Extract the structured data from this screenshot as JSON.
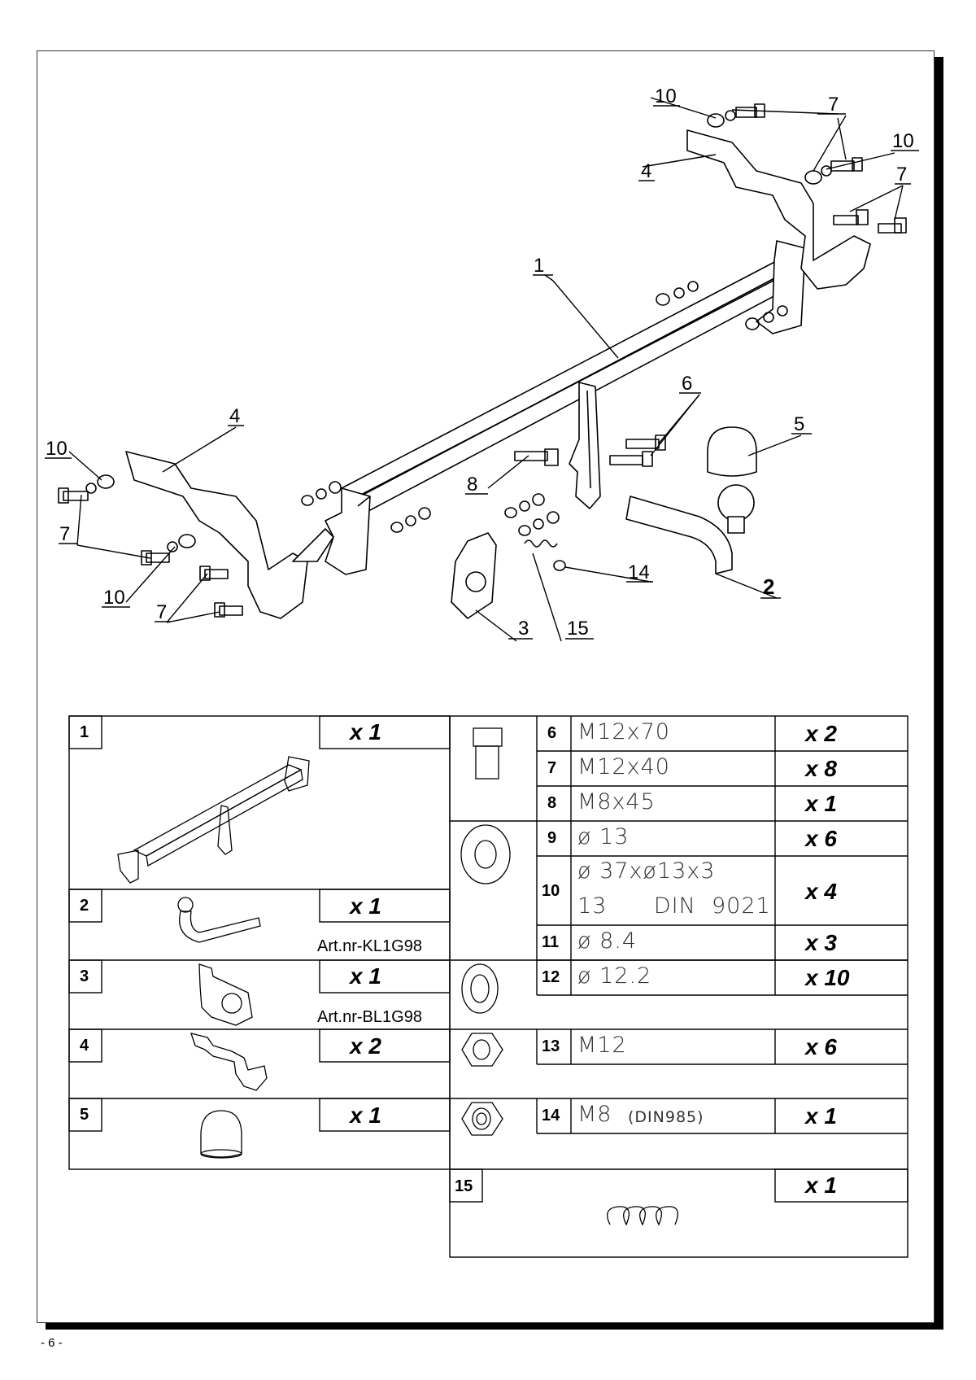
{
  "diagram": {
    "callouts": {
      "c1": "1",
      "c2": "2",
      "c3": "3",
      "c4a": "4",
      "c4b": "4",
      "c5": "5",
      "c6": "6",
      "c7a": "7",
      "c7b": "7",
      "c7c": "7",
      "c7d": "7",
      "c8": "8",
      "c10a": "10",
      "c10b": "10",
      "c10c": "10",
      "c10d": "10",
      "c14": "14",
      "c15": "15"
    }
  },
  "parts_table": {
    "left": [
      {
        "num": "1",
        "qty": "x 1",
        "note": ""
      },
      {
        "num": "2",
        "qty": "x 1",
        "note": "Art.nr-KL1G98"
      },
      {
        "num": "3",
        "qty": "x 1",
        "note": "Art.nr-BL1G98"
      },
      {
        "num": "4",
        "qty": "x 2",
        "note": ""
      },
      {
        "num": "5",
        "qty": "x 1",
        "note": ""
      }
    ],
    "right": [
      {
        "num": "6",
        "spec": "M12x70",
        "qty": "x 2"
      },
      {
        "num": "7",
        "spec": "M12x40",
        "qty": "x 8"
      },
      {
        "num": "8",
        "spec": "M8x45",
        "qty": "x 1"
      },
      {
        "num": "9",
        "spec": "ø 13",
        "qty": "x 6"
      },
      {
        "num": "10",
        "spec": "ø 37xø13x3",
        "spec2": "13      DIN  9021",
        "qty": "x 4"
      },
      {
        "num": "11",
        "spec": "ø 8.4",
        "qty": "x 3"
      },
      {
        "num": "12",
        "spec": "ø 12.2",
        "qty": "x 10"
      },
      {
        "num": "13",
        "spec": "M12",
        "qty": "x 6"
      },
      {
        "num": "14",
        "spec": "M8",
        "spec_small": "(DIN985)",
        "qty": "x 1"
      },
      {
        "num": "15",
        "spec": "",
        "qty": "x 1"
      }
    ]
  },
  "footer": {
    "page": "- 6 -"
  }
}
